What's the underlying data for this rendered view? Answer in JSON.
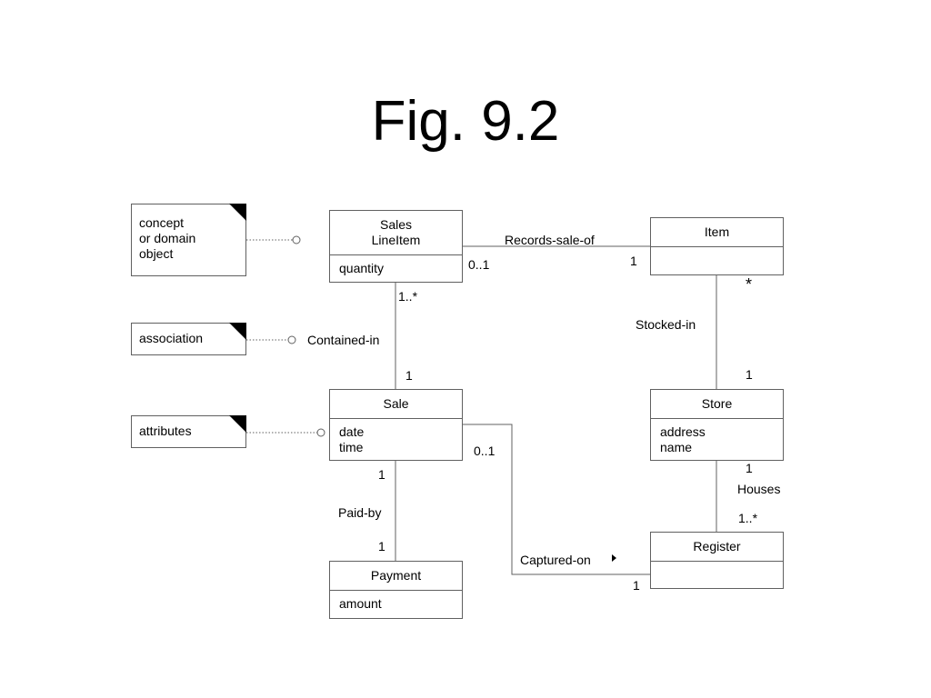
{
  "title": "Fig. 9.2",
  "notes": {
    "concept": [
      "concept",
      "or domain",
      "object"
    ],
    "association": "association",
    "attributes": "attributes"
  },
  "classes": {
    "sales_line_item": {
      "name": [
        "Sales",
        "LineItem"
      ],
      "attributes": [
        "quantity"
      ]
    },
    "item": {
      "name": "Item",
      "attributes": []
    },
    "sale": {
      "name": "Sale",
      "attributes": [
        "date",
        "time"
      ]
    },
    "store": {
      "name": "Store",
      "attributes": [
        "address",
        "name"
      ]
    },
    "payment": {
      "name": "Payment",
      "attributes": [
        "amount"
      ]
    },
    "register": {
      "name": "Register",
      "attributes": []
    }
  },
  "associations": {
    "records_sale_of": {
      "name": "Records-sale-of",
      "mult_a": "0..1",
      "mult_b": "1"
    },
    "contained_in": {
      "name": "Contained-in",
      "mult_a": "1..*",
      "mult_b": "1"
    },
    "stocked_in": {
      "name": "Stocked-in",
      "mult_a": "*",
      "mult_b": "1"
    },
    "paid_by": {
      "name": "Paid-by",
      "mult_a": "1",
      "mult_b": "1"
    },
    "houses": {
      "name": "Houses",
      "mult_a": "1",
      "mult_b": "1..*"
    },
    "captured_on": {
      "name": "Captured-on",
      "mult_a": "0..1",
      "mult_b": "1"
    }
  }
}
